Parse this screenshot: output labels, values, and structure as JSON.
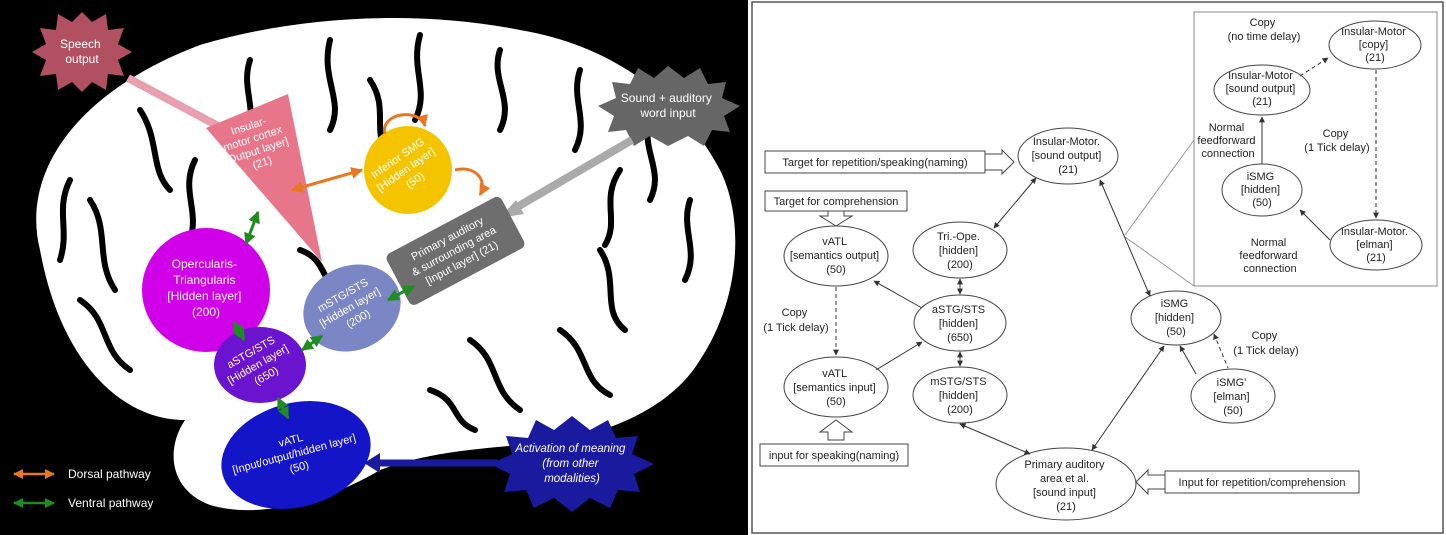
{
  "left_panel": {
    "speech_output": [
      "Speech",
      "output"
    ],
    "insular_motor": [
      "Insular-",
      "motor cortex",
      "[Output layer]",
      "(21)"
    ],
    "inferior_smg": [
      "Inferior SMG",
      "[Hidden layer]",
      "(50)"
    ],
    "sound_input": [
      "Sound + auditory",
      "word input"
    ],
    "primary_auditory": [
      "Primary auditory",
      "& surrounding area",
      "[Input layer] (21)"
    ],
    "operc_tri": [
      "Opercularis-",
      "Triangularis",
      "[Hidden layer]",
      "(200)"
    ],
    "mstg": [
      "mSTG/STS",
      "[Hidden layer]",
      "(200)"
    ],
    "astg": [
      "aSTG/STS",
      "[Hidden layer]",
      "(650)"
    ],
    "vatl": [
      "vATL",
      "[Input/output/hidden layer]",
      "(50)"
    ],
    "meaning": [
      "Activation of meaning",
      "(from other",
      "modalities)"
    ],
    "legend_dorsal": "Dorsal pathway",
    "legend_ventral": "Ventral pathway",
    "colors": {
      "dorsal": "#e87722",
      "ventral": "#1e8c1e",
      "insular": "#e8768a",
      "smg": "#f5c400",
      "primary": "#6e6e6e",
      "operc": "#d000e8",
      "mstg": "#7b86c4",
      "astg": "#6b14cf",
      "vatl": "#1414c8",
      "speech": "#b05060",
      "meaning": "#1a1a9e",
      "sound": "#666666"
    }
  },
  "right_panel": {
    "target_repetition": "Target for repetition/speaking(naming)",
    "target_comprehension": "Target for comprehension",
    "input_speaking": "input for speaking(naming)",
    "input_repetition": "Input for repetition/comprehension",
    "insular_motor_out": [
      "Insular-Motor.",
      "[sound output]",
      "(21)"
    ],
    "vatl_out": [
      "vATL",
      "[semantics output]",
      "(50)"
    ],
    "vatl_in": [
      "vATL",
      "[semantics input]",
      "(50)"
    ],
    "tri_ope": [
      "Tri.-Ope.",
      "[hidden]",
      "(200)"
    ],
    "astg": [
      "aSTG/STS",
      "[hidden]",
      "(650)"
    ],
    "mstg": [
      "mSTG/STS",
      "[hidden]",
      "(200)"
    ],
    "ismg": [
      "iSMG",
      "[hidden]",
      "(50)"
    ],
    "ismg_elman": [
      "iSMG'",
      "[elman]",
      "(50)"
    ],
    "primary": [
      "Primary auditory",
      "area et al.",
      "[sound input]",
      "(21)"
    ],
    "copy_vatl": [
      "Copy",
      "(1 Tick delay)"
    ],
    "copy_ismg": [
      "Copy",
      "(1 Tick delay)"
    ],
    "inset": {
      "copy_no_delay": [
        "Copy",
        "(no time delay)"
      ],
      "copy_tick": [
        "Copy",
        "(1 Tick delay)"
      ],
      "motor_copy": [
        "Insular-Motor",
        "[copy]",
        "(21)"
      ],
      "motor_out": [
        "Insular-Motor",
        "[sound output]",
        "(21)"
      ],
      "ismg": [
        "iSMG",
        "[hidden]",
        "(50)"
      ],
      "motor_elman": [
        "Insular-Motor.",
        "[elman]",
        "(21)"
      ],
      "normal_ff1": [
        "Normal",
        "feedforward",
        "connection"
      ],
      "normal_ff2": [
        "Normal",
        "feedforward",
        "connection"
      ]
    }
  }
}
